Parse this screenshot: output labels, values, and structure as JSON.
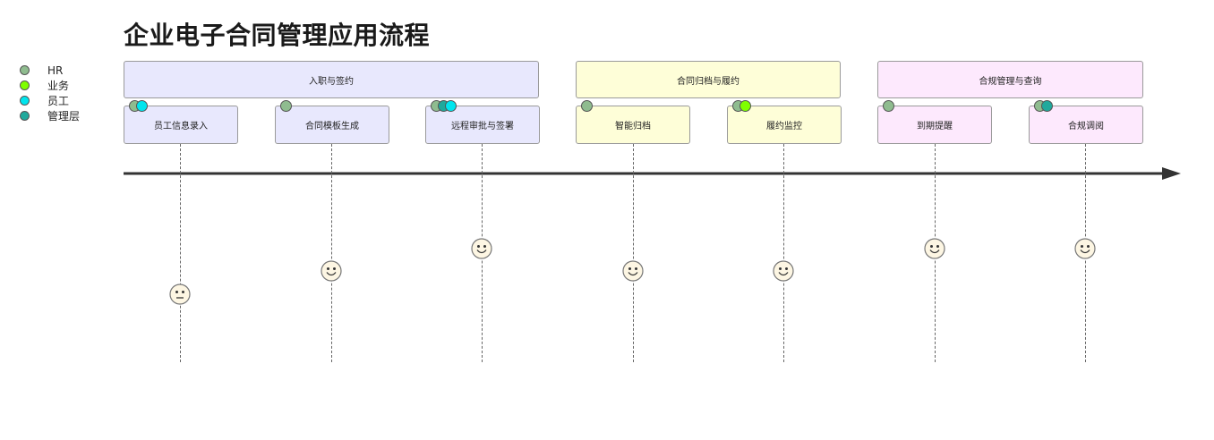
{
  "title": "企业电子合同管理应用流程",
  "actors": [
    {
      "name": "HR",
      "color": "#8fbc8f"
    },
    {
      "name": "业务",
      "color": "#7fff00"
    },
    {
      "name": "员工",
      "color": "#00e5ee"
    },
    {
      "name": "管理层",
      "color": "#20a99c"
    }
  ],
  "phases": [
    {
      "label": "入职与签约",
      "color": "#e8e8fd"
    },
    {
      "label": "合同归档与履约",
      "color": "#fefed8"
    },
    {
      "label": "合规管理与查询",
      "color": "#fde9fd"
    }
  ],
  "tasks": [
    {
      "label": "员工信息录入",
      "phase": 0,
      "actors": [
        0,
        2
      ],
      "mood": "neutral"
    },
    {
      "label": "合同模板生成",
      "phase": 0,
      "actors": [
        0
      ],
      "mood": "happy"
    },
    {
      "label": "远程审批与签署",
      "phase": 0,
      "actors": [
        0,
        3,
        2
      ],
      "mood": "happy"
    },
    {
      "label": "智能归档",
      "phase": 1,
      "actors": [
        0
      ],
      "mood": "happy"
    },
    {
      "label": "履约监控",
      "phase": 1,
      "actors": [
        0,
        1
      ],
      "mood": "happy"
    },
    {
      "label": "到期提醒",
      "phase": 2,
      "actors": [
        0
      ],
      "mood": "happy"
    },
    {
      "label": "合规调阅",
      "phase": 2,
      "actors": [
        0,
        3
      ],
      "mood": "happy"
    }
  ]
}
